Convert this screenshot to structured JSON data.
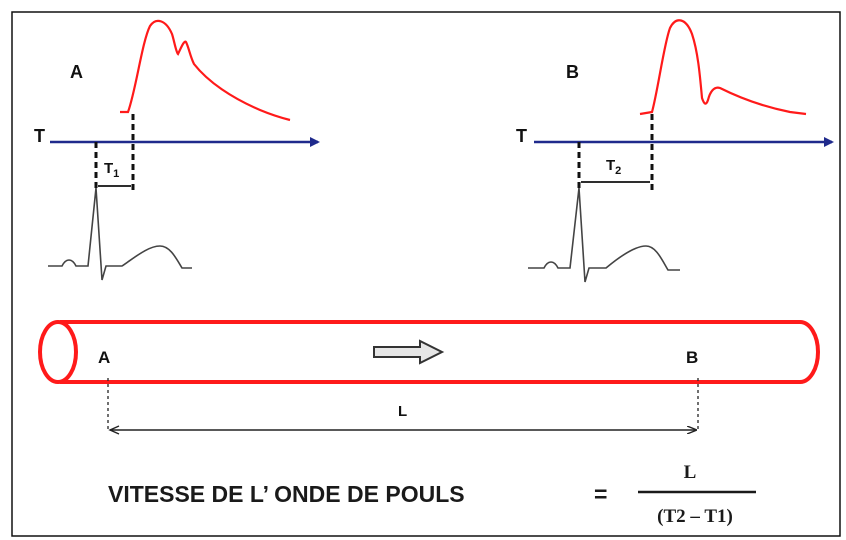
{
  "panel_a": {
    "label": "A",
    "axis_label": "T",
    "interval_base": "T",
    "interval_sub": "1"
  },
  "panel_b": {
    "label": "B",
    "axis_label": "T",
    "interval_base": "T",
    "interval_sub": "2"
  },
  "tube": {
    "point_a": "A",
    "point_b": "B",
    "distance_label": "L"
  },
  "formula": {
    "left": "VITESSE DE L’ ONDE DE POULS",
    "equals": "=",
    "numerator": "L",
    "denominator": "(T2 – T1)"
  },
  "colors": {
    "pulse_wave": "#ff1a1a",
    "time_axis": "#1f2a8c",
    "tube": "#ff1a1a",
    "ecg": "#444444",
    "text": "#111111"
  }
}
